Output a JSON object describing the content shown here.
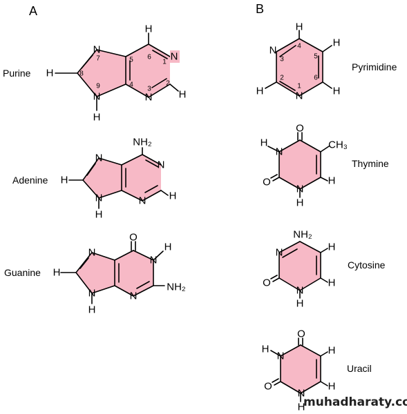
{
  "panels": {
    "a": "A",
    "b": "B"
  },
  "names": {
    "purine": "Purine",
    "adenine": "Adenine",
    "guanine": "Guanine",
    "pyrimidine": "Pyrimidine",
    "thymine": "Thymine",
    "cytosine": "Cytosine",
    "uracil": "Uracil"
  },
  "atoms": {
    "n": "N",
    "h": "H",
    "o": "O",
    "nh2": "NH₂",
    "ch3": "CH₃"
  },
  "purine_ring_numbers": {
    "n1": "1",
    "n2": "2",
    "n3": "3",
    "n4": "4",
    "n5": "5",
    "n6": "6",
    "n7": "7",
    "n8": "8",
    "n9": "9"
  },
  "pyrimidine_ring_numbers": {
    "n1": "1",
    "n2": "2",
    "n3": "3",
    "n4": "4",
    "n5": "5",
    "n6": "6"
  },
  "watermark": "muhadharaty.com",
  "colors": {
    "ring_fill": "#f7b9c6"
  }
}
